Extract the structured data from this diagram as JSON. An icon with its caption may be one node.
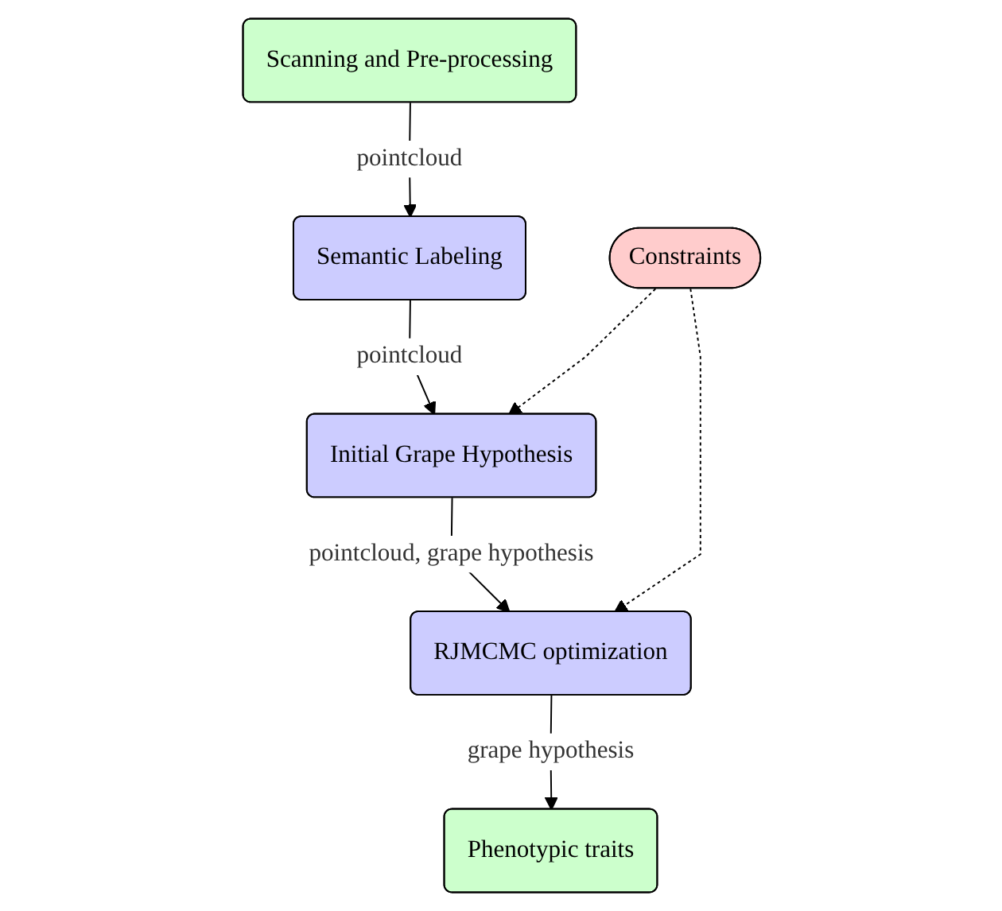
{
  "diagram": {
    "nodes": [
      {
        "text": [
          "Scanning and Pre-processing"
        ]
      },
      {
        "text": [
          "Semantic Labeling"
        ]
      },
      {
        "text": [
          "Initial Grape Hypothesis"
        ]
      },
      {
        "text": [
          "RJMCMC optimization"
        ]
      },
      {
        "text": [
          "Phenotypic traits"
        ]
      },
      {
        "text": [
          "Constraints"
        ]
      }
    ],
    "edges": [
      {
        "from": 0,
        "to": 1,
        "arrow": "to",
        "label": "pointcloud"
      },
      {
        "from": 1,
        "to": 2,
        "arrow": "to",
        "label": "pointcloud"
      },
      {
        "from": 2,
        "to": 3,
        "arrow": "to",
        "label": "pointcloud, grape hypothesis"
      },
      {
        "from": 3,
        "to": 4,
        "arrow": "to",
        "label": "grape hypothesis"
      },
      {
        "from": 5,
        "to": 2,
        "arrow": "to",
        "style": "dashed"
      },
      {
        "from": 5,
        "to": 3,
        "arrow": "to",
        "style": "dashed"
      }
    ]
  }
}
